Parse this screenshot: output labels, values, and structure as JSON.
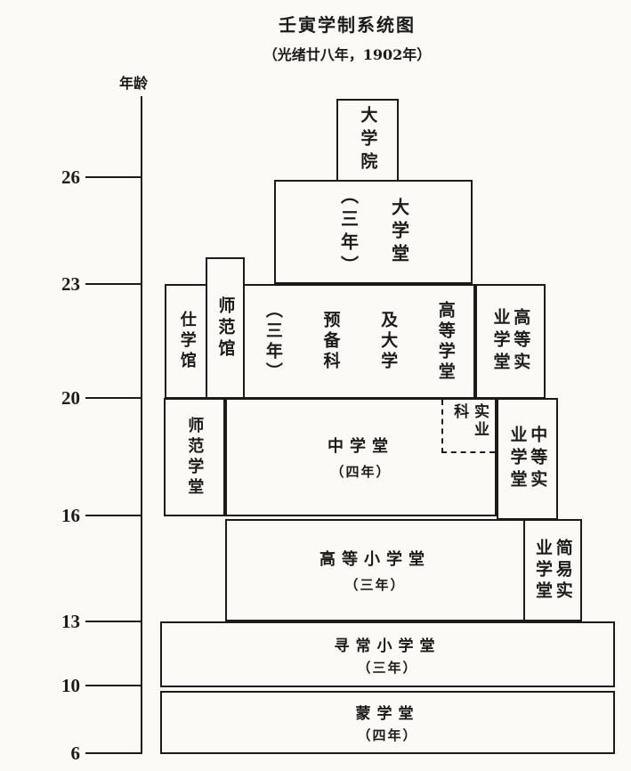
{
  "title": "壬寅学制系统图",
  "subtitle": "（光绪廿八年，1902年）",
  "axis": {
    "label": "年龄",
    "ticks": [
      "26",
      "23",
      "20",
      "16",
      "13",
      "10",
      "6"
    ]
  },
  "boxes": {
    "daxueyuan": "大学院",
    "daxuetang": "大学堂\n（三年）",
    "shixueguan": "仕学馆",
    "shifanguan": "师范馆",
    "gaodeng_xuetang": "高等学堂\n及大学\n预备科\n（三年）",
    "gaodeng_shiye": "高等实\n业学堂",
    "shifan_xuetang": "师范学堂",
    "zhongxuetang": {
      "name": "中学堂",
      "years": "（四年）"
    },
    "shiye_ke": "实业\n科",
    "zhongdeng_shiye": "中等实\n业学堂",
    "gaodeng_xiaoxue": {
      "name": "高等小学堂",
      "years": "（三年）"
    },
    "jianyi_shiye": "简易实\n业学堂",
    "xunchang_xiaoxue": {
      "name": "寻常小学堂",
      "years": "（三年）"
    },
    "mengxuetang": {
      "name": "蒙学堂",
      "years": "（四年）"
    }
  },
  "colors": {
    "line": "#1b1b1b",
    "background": "#fbfaf6"
  }
}
